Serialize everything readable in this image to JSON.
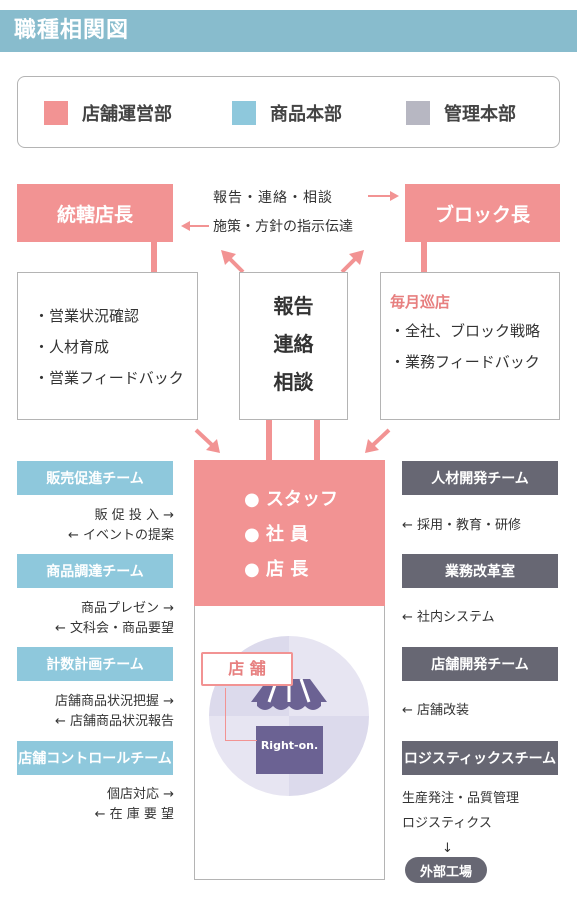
{
  "title": "職種相関図",
  "legend": [
    {
      "label": "店舗運営部",
      "color": "#f29393"
    },
    {
      "label": "商品本部",
      "color": "#8ec8dc"
    },
    {
      "label": "管理本部",
      "color": "#b7b7c2"
    }
  ],
  "top": {
    "left_role": "統轄店長",
    "right_role": "ブロック長",
    "arrow_right_text": "報告・連絡・相談",
    "arrow_left_text": "施策・方針の指示伝達"
  },
  "left_box": {
    "items": [
      "・営業状況確認",
      "・人材育成",
      "・営業フィードバック"
    ]
  },
  "center_box": {
    "lines": [
      "報告",
      "連絡",
      "相談"
    ]
  },
  "right_box": {
    "heading": "毎月巡店",
    "items": [
      "・全社、ブロック戦略",
      "・業務フィードバック"
    ]
  },
  "store_block": {
    "items": [
      "● スタッフ",
      "● 社 員",
      "● 店 長"
    ],
    "store_label": "店 舗",
    "logo_text": "Right-on."
  },
  "left_teams": [
    {
      "name": "販売促進チーム",
      "lines": [
        "販 促 投 入 →",
        "← イベントの提案"
      ]
    },
    {
      "name": "商品調達チーム",
      "lines": [
        "商品プレゼン →",
        "← 文科会・商品要望"
      ]
    },
    {
      "name": "計数計画チーム",
      "lines": [
        "店舗商品状況把握 →",
        "← 店舗商品状況報告"
      ]
    },
    {
      "name": "店舗コントロールチーム",
      "lines": [
        "個店対応 →",
        "← 在 庫 要 望"
      ]
    }
  ],
  "right_teams": [
    {
      "name": "人材開発チーム",
      "lines": [
        "← 採用・教育・研修"
      ]
    },
    {
      "name": "業務改革室",
      "lines": [
        "← 社内システム"
      ]
    },
    {
      "name": "店舗開発チーム",
      "lines": [
        "← 店舗改装"
      ]
    },
    {
      "name": "ロジスティックスチーム",
      "lines": [
        "生産発注・品質管理",
        "ロジスティクス",
        "↓"
      ]
    }
  ],
  "factory": "外部工場"
}
